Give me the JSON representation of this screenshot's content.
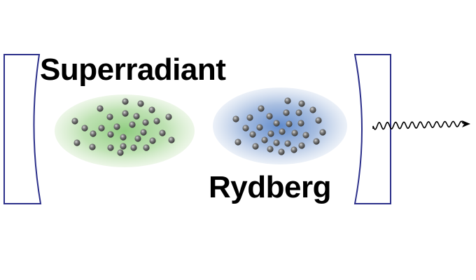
{
  "labels": {
    "superradiant": "Superradiant",
    "rydberg": "Rydberg"
  },
  "colors": {
    "mirror_stroke": "#2b2f8a",
    "cloud_green": "#a9d89a",
    "cloud_blue": "#7e9fd0",
    "atom_dark": "#444444",
    "atom_light": "#9a9a9a",
    "photon": "#000000"
  },
  "elements": {
    "left_mirror": "concave cavity mirror",
    "right_mirror": "concave cavity mirror",
    "photon": "wavy arrow"
  }
}
